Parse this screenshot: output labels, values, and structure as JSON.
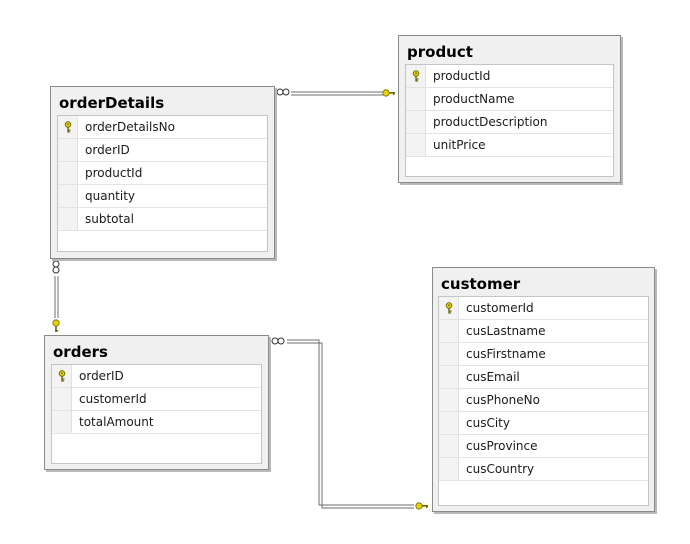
{
  "tables": {
    "product": {
      "name": "product",
      "columns": [
        "productId",
        "productName",
        "productDescription",
        "unitPrice"
      ]
    },
    "orderDetails": {
      "name": "orderDetails",
      "columns": [
        "orderDetailsNo",
        "orderID",
        "productId",
        "quantity",
        "subtotal"
      ]
    },
    "orders": {
      "name": "orders",
      "columns": [
        "orderID",
        "customerId",
        "totalAmount"
      ]
    },
    "customer": {
      "name": "customer",
      "columns": [
        "customerId",
        "cusLastname",
        "cusFirstname",
        "cusEmail",
        "cusPhoneNo",
        "cusCity",
        "cusProvince",
        "cusCountry"
      ]
    }
  },
  "colors": {
    "key_icon": "#d4c400",
    "connector": "#6e6e6e"
  },
  "icons": {
    "primary_key": "key-icon",
    "relation_many": "infinity-icon"
  }
}
